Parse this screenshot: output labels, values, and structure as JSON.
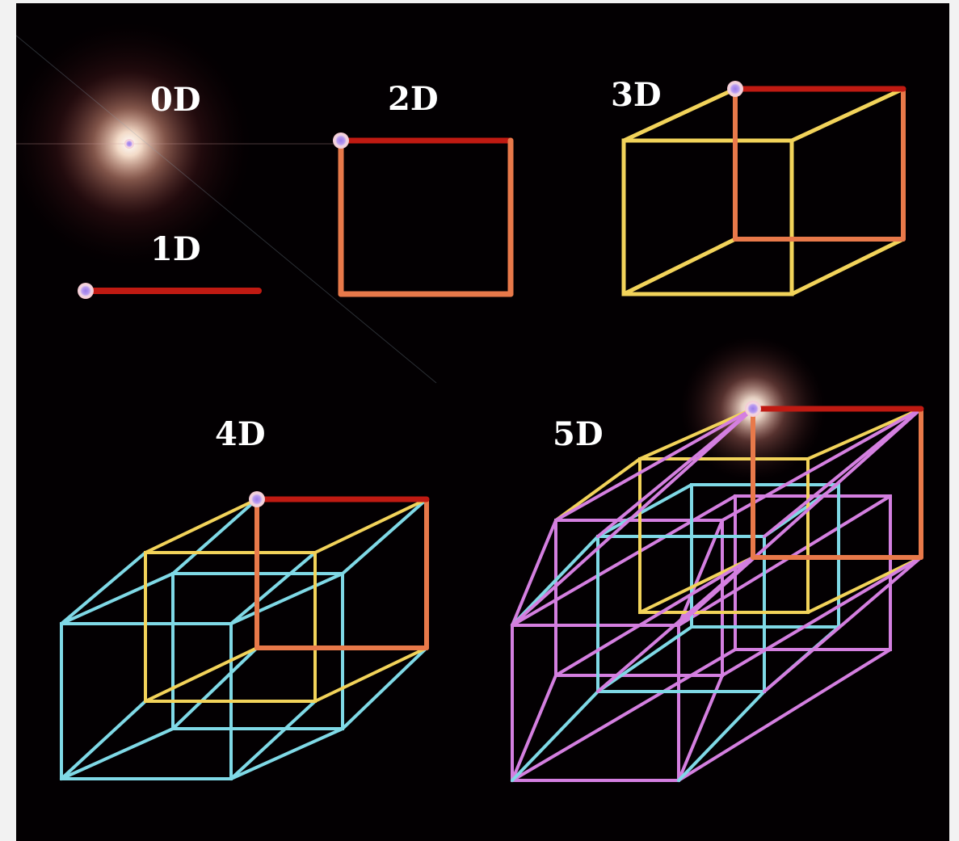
{
  "labels": {
    "d0": "0D",
    "d1": "1D",
    "d2": "2D",
    "d3": "3D",
    "d4": "4D",
    "d5": "5D"
  },
  "colors": {
    "background": "#030002",
    "page": "#f2f2f2",
    "label": "#ffffff",
    "red_edge": "#c01a12",
    "orange_edge": "#e8794a",
    "yellow_edge": "#f2d35a",
    "cyan_edge": "#7fd9e6",
    "magenta_edge": "#d47fe0",
    "glow": "#ffd9c0"
  },
  "icons": [
    "point-icon",
    "line-segment-icon",
    "square-icon",
    "cube-icon",
    "tesseract-icon",
    "penteract-icon"
  ]
}
